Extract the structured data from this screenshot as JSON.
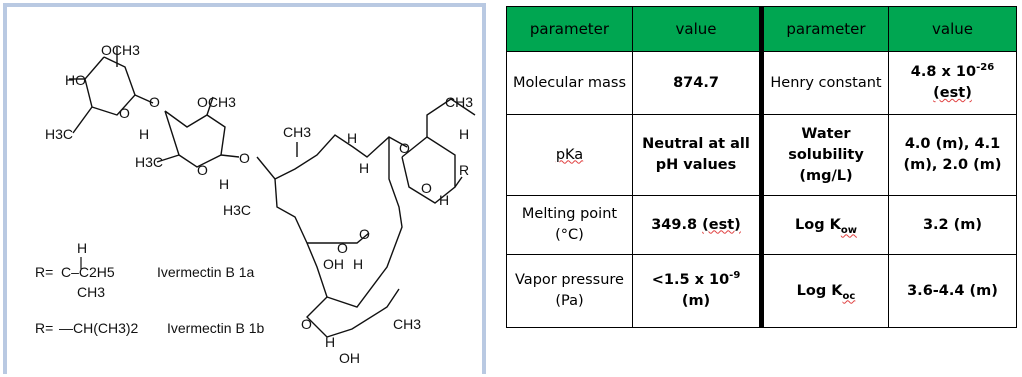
{
  "structure": {
    "atoms": {
      "och3_top": "OCH3",
      "ho": "HO",
      "o1": "O",
      "o2": "O",
      "och3_mid": "OCH3",
      "h3c_left": "H3C",
      "h_a": "H",
      "h3c_mid": "H3C",
      "o3": "O",
      "o4": "O",
      "h_b": "H",
      "ch3_top": "CH3",
      "h_c": "H",
      "h_d": "H",
      "o5": "O",
      "o6": "O",
      "ch3_right": "CH3",
      "h_e": "H",
      "r": "R",
      "h_f": "H",
      "h3c_low": "H3C",
      "o7": "O",
      "o8": "O",
      "oh_mid": "OH",
      "h_g": "H",
      "o9": "O",
      "h_h": "H",
      "oh_low": "OH",
      "ch3_low": "CH3"
    },
    "legend": [
      {
        "r_prefix": "R=",
        "h_top": "H",
        "group": "C–C2H5",
        "ch3": "CH3",
        "label": "Ivermectin B 1a"
      },
      {
        "r_prefix": "R=",
        "group": "—CH(CH3)2",
        "label": "Ivermectin B 1b"
      }
    ]
  },
  "table": {
    "headers": [
      "parameter",
      "value",
      "parameter",
      "value"
    ],
    "rows": [
      {
        "p1": "Molecular mass",
        "v1": "874.7",
        "p2": "Henry constant",
        "v2_main": "4.8 x 10",
        "v2_sup": "-26",
        "v2_tail": "(est)"
      },
      {
        "p1": "pKa",
        "v1": "Neutral at all pH values",
        "p2": "Water solubility (mg/L)",
        "v2": "4.0 (m), 4.1 (m), 2.0 (m)"
      },
      {
        "p1": "Melting point (°C)",
        "v1_main": "349.8",
        "v1_tail": "(est)",
        "p2_main": "Log K",
        "p2_sub": "ow",
        "v2": "3.2 (m)"
      },
      {
        "p1": "Vapor pressure (Pa)",
        "v1_main": "<1.5 x 10",
        "v1_sup": "-9",
        "v1_tail": "(m)",
        "p2_main": "Log K",
        "p2_sub": "oc",
        "v2": "3.6-4.4 (m)"
      }
    ]
  }
}
